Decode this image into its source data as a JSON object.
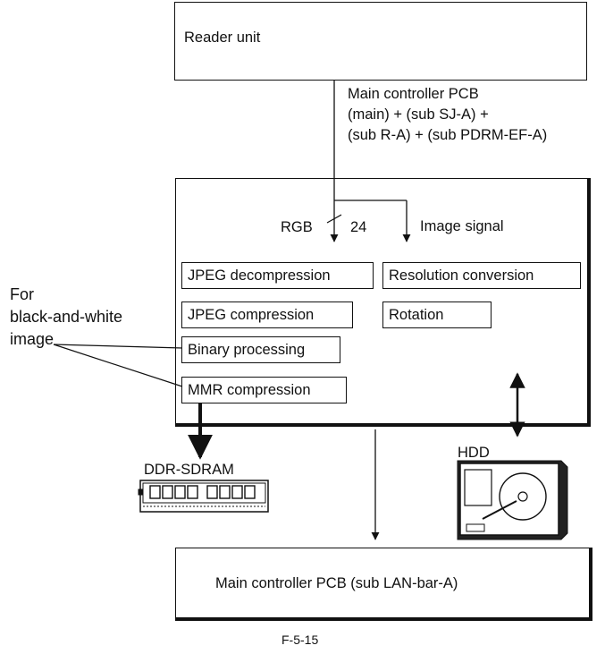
{
  "reader_unit": {
    "label": "Reader unit"
  },
  "main_pcb_label": {
    "line1": "Main controller PCB",
    "line2": "(main) + (sub SJ-A) +",
    "line3": "(sub R-A) + (sub PDRM-EF-A)"
  },
  "rgb_label": "RGB",
  "bus_width": "24",
  "image_signal_label": "Image signal",
  "functions_left": [
    "JPEG decompression",
    "JPEG compression",
    "Binary processing",
    "MMR compression"
  ],
  "functions_right": [
    "Resolution conversion",
    "Rotation"
  ],
  "bw_note": {
    "line1": "For",
    "line2": "black-and-white",
    "line3": "image"
  },
  "memory_label": "DDR-SDRAM",
  "hdd_label": "HDD",
  "lan_box_label": "Main controller PCB (sub LAN-bar-A)",
  "figure_id": "F-5-15",
  "colors": {
    "line": "#111111",
    "background": "#ffffff"
  }
}
